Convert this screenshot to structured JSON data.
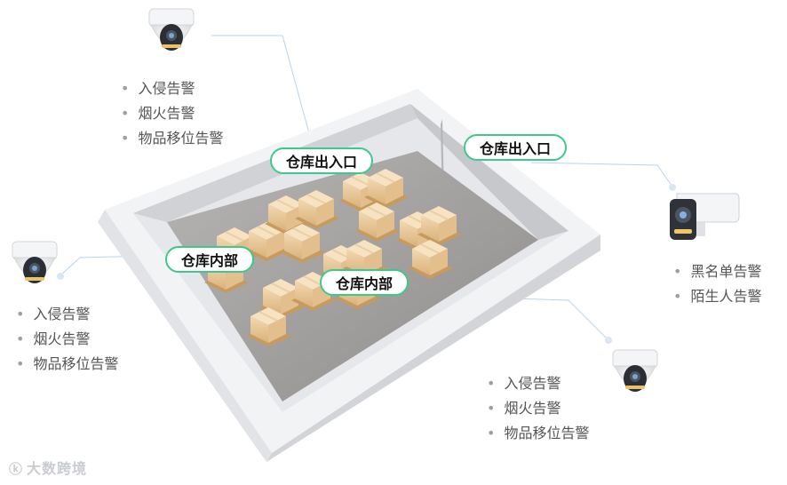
{
  "labels": {
    "entrance_1": "仓库出入口",
    "entrance_2": "仓库出入口",
    "interior_1": "仓库内部",
    "interior_2": "仓库内部"
  },
  "alerts": {
    "top_left": [
      "入侵告警",
      "烟火告警",
      "物品移位告警"
    ],
    "left": [
      "入侵告警",
      "烟火告警",
      "物品移位告警"
    ],
    "right": [
      "黑名单告警",
      "陌生人告警"
    ],
    "bottom": [
      "入侵告警",
      "烟火告警",
      "物品移位告警"
    ]
  },
  "watermark": "大数跨境",
  "icons": {
    "dome_camera": "dome-camera-icon",
    "bullet_camera": "bullet-camera-icon",
    "pallet": "cargo-pallet-icon"
  },
  "colors": {
    "pill_border": "#3cc98a",
    "leader_line": "#b9d4ea",
    "wall": "#eeeff2",
    "floor": "#a9a7a6"
  }
}
